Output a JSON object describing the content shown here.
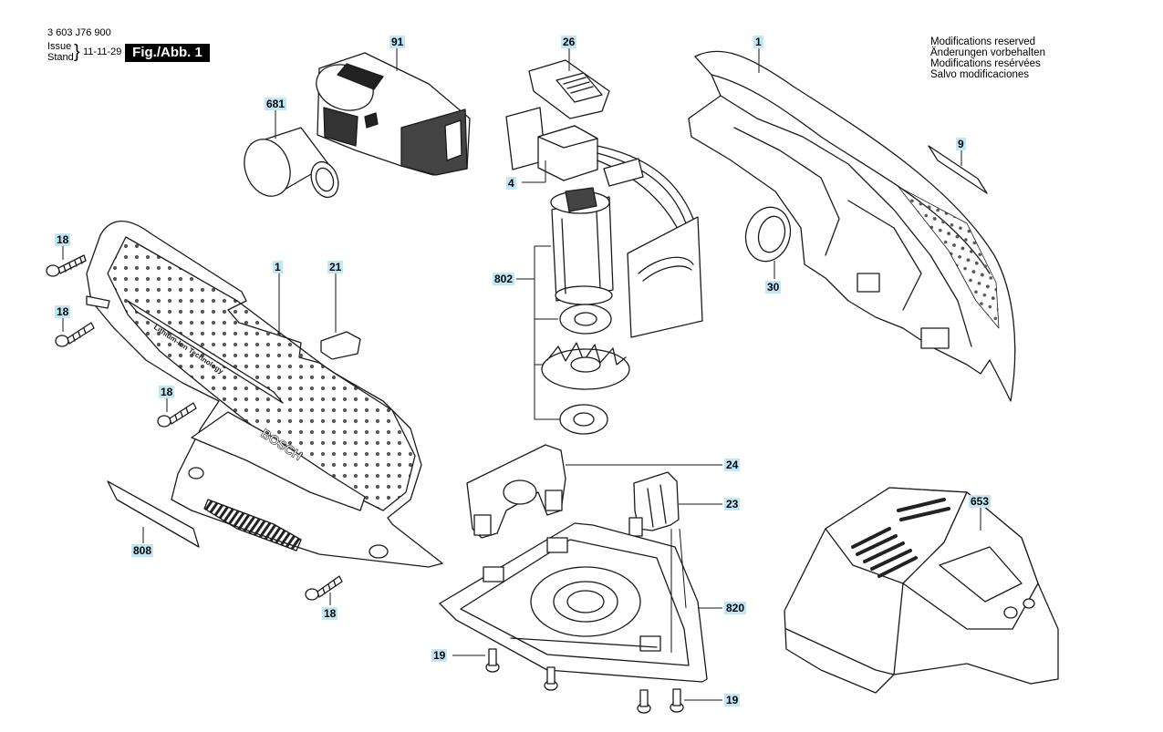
{
  "header": {
    "doc_number": "3 603 J76 900",
    "issue_label": "Issue",
    "stand_label": "Stand",
    "brace": "}",
    "date": "11-11-29",
    "fig_label": "Fig./Abb. 1"
  },
  "modifications": [
    "Modifications reserved",
    "Änderungen vorbehalten",
    "Modifications resérvées",
    "Salvo modificaciones"
  ],
  "brand_text": "BOSCH",
  "tech_text": "Lithium-Ion Technology",
  "callouts": {
    "c91": "91",
    "c26": "26",
    "c1a": "1",
    "c681": "681",
    "c9": "9",
    "c4": "4",
    "c18a": "18",
    "c18b": "18",
    "c18c": "18",
    "c18d": "18",
    "c1b": "1",
    "c21": "21",
    "c802": "802",
    "c30": "30",
    "c24": "24",
    "c23": "23",
    "c653": "653",
    "c808": "808",
    "c820": "820",
    "c19a": "19",
    "c19b": "19"
  },
  "colors": {
    "callout_bg": "#bfe8f6",
    "line": "#1a1a1a",
    "fill": "#ffffff",
    "dot": "#555555"
  }
}
